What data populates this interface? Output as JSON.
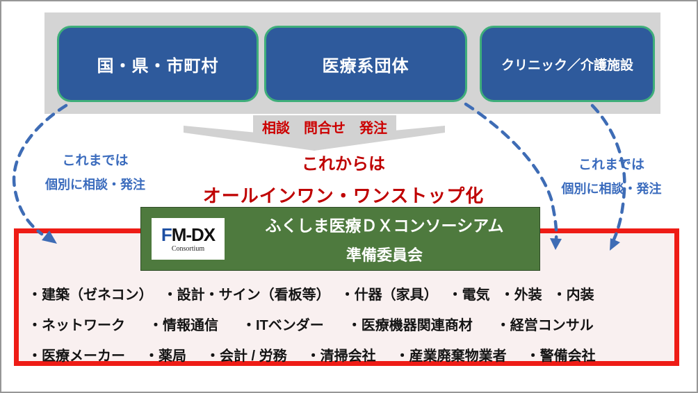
{
  "colors": {
    "band_gray": "#d4d4d4",
    "box_blue": "#2e5a9c",
    "box_border_green": "#3fae7a",
    "banner_text_red": "#cc0000",
    "headline_red": "#bf0000",
    "arrow_blue": "#3e6cb5",
    "panel_green": "#4e7a3e",
    "red_border": "#ee1c16",
    "red_fill": "#f9f0f0",
    "logo_blue": "#1d4fa3"
  },
  "top_boxes": [
    {
      "label": "国・県・市町村"
    },
    {
      "label": "医療系団体"
    },
    {
      "label": "クリニック／介護施設"
    }
  ],
  "banner": {
    "label": "相談　問合せ　発注"
  },
  "past_left": {
    "line1": "これまでは",
    "line2": "個別に相談・発注"
  },
  "past_right": {
    "line1": "これまでは",
    "line2": "個別に相談・発注"
  },
  "future": {
    "line1": "これからは",
    "line2": "オールインワン・ワンストップ化"
  },
  "consortium": {
    "logo_f": "F",
    "logo_rest": "M-DX",
    "logo_sub": "Consortium",
    "title_line1": "ふくしま医療ＤＸコンソーシアム",
    "title_line2": "準備委員会"
  },
  "vendors": {
    "rows": [
      [
        "・建築（ゼネコン）",
        "・設計・サイン（看板等）",
        "・什器（家具）",
        "・電気",
        "・外装",
        "・内装"
      ],
      [
        "・ネットワーク",
        "・情報通信",
        "・ITベンダー",
        "・医療機器関連商材",
        "・経営コンサル"
      ],
      [
        "・医療メーカー",
        "・薬局",
        "・会計 / 労務",
        "・清掃会社",
        "・産業廃棄物業者",
        "・警備会社"
      ]
    ]
  }
}
